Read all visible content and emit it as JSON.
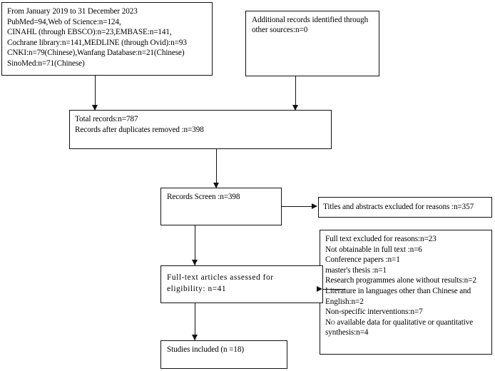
{
  "diagram": {
    "type": "prisma-flow-diagram",
    "boxes": {
      "identification_databases": {
        "text": "From January 2019 to 31 December 2023\nPubMed=94,Web of Science:n=124,\nCINAHL (through EBSCO):n=23,EMBASE:n=141,\nCochrane library:n=141,MEDLINE (through Ovid):n=93\nCNKI:n=79(Chinese),Wanfang Database:n=21(Chinese)\nSinoMed:n=71(Chinese)"
      },
      "identification_other_sources": {
        "text": "Additional records identified through\nother sources:n=0"
      },
      "total_records": {
        "text": "Total records:n=787\nRecords after duplicates removed :n=398"
      },
      "records_screen": {
        "text": "Records Screen :n=398"
      },
      "titles_excluded": {
        "text": "Titles and abstracts excluded for reasons :n=357"
      },
      "full_text_assessed": {
        "text": "Full-text articles assessed for\neligibility: n=41"
      },
      "full_text_excluded": {
        "line1": "Full text excluded for reasons:n=23",
        "line2": "Not obtainable in full text :n=6",
        "line3": "Conference papers :n=1",
        "line4": "master's thesis :n=1",
        "line5": "Research programmes alone without results:n=2",
        "line6": "Literature in languages other than Chinese and",
        "line7": "English:n=2",
        "line8": "Non-specific interventions:n=7",
        "line9_caps": "No",
        "line9_rest": " available data for qualitative or quantitative",
        "line10": "synthesis:n=4"
      },
      "studies_included": {
        "text": "Studies included (n =18)"
      }
    },
    "colors": {
      "stroke": "#111111",
      "background": "#ffffff",
      "text": "#000000"
    }
  }
}
